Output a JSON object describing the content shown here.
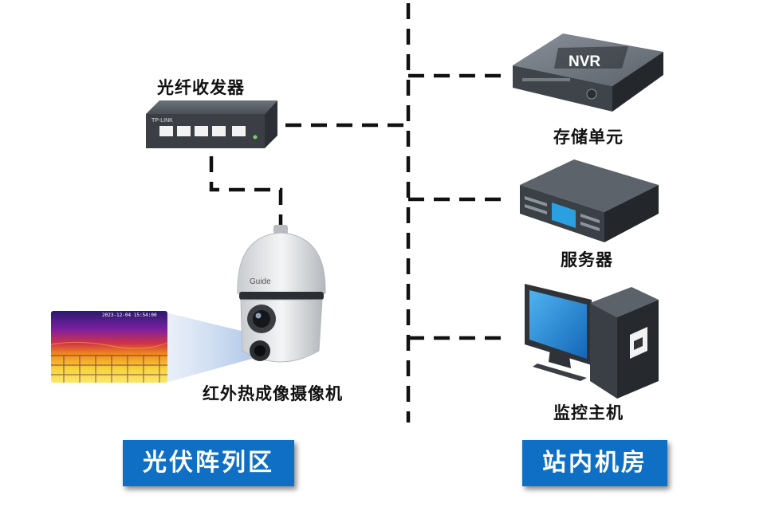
{
  "devices": {
    "switch": {
      "label": "光纤收发器",
      "brand": "TP-LINK"
    },
    "camera": {
      "label": "红外热成像摄像机",
      "brand": "Guide"
    },
    "nvr": {
      "label": "存储单元",
      "badge": "NVR"
    },
    "server": {
      "label": "服务器"
    },
    "pc": {
      "label": "监控主机"
    }
  },
  "zones": {
    "left": "光伏阵列区",
    "right": "站内机房"
  },
  "thermal_image": {
    "timestamp": "2023-12-04 15:54:00"
  },
  "colors": {
    "zone_fill": "#0e6fc4",
    "connection_line": "#111111",
    "device_gray": "#3b3f45",
    "monitor_screen": "#1e88d8"
  },
  "icons": [
    "switch-icon",
    "thermal-camera-icon",
    "nvr-icon",
    "server-icon",
    "desktop-pc-icon"
  ]
}
